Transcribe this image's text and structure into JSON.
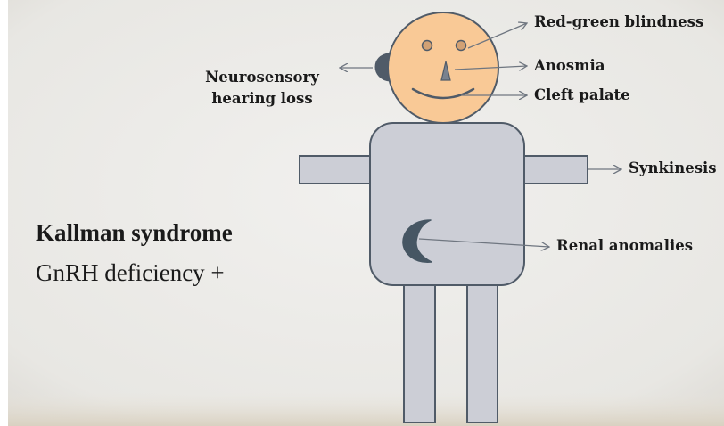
{
  "title": {
    "main": "Kallman syndrome",
    "sub": "GnRH deficiency +"
  },
  "features": {
    "red_green_blindness": "Red-green blindness",
    "anosmia": "Anosmia",
    "cleft_palate": "Cleft palate",
    "neurosensory_hearing_loss_line1": "Neurosensory",
    "neurosensory_hearing_loss_line2": "hearing loss",
    "synkinesis": "Synkinesis",
    "renal_anomalies": "Renal anomalies"
  },
  "colors": {
    "background": "#ecebe8",
    "background_edge": "#dcd9d3",
    "head_fill": "#f9c996",
    "body_fill": "#ccced6",
    "outline": "#505b68",
    "kidney_fill": "#465663",
    "arrow": "#6f7680"
  }
}
